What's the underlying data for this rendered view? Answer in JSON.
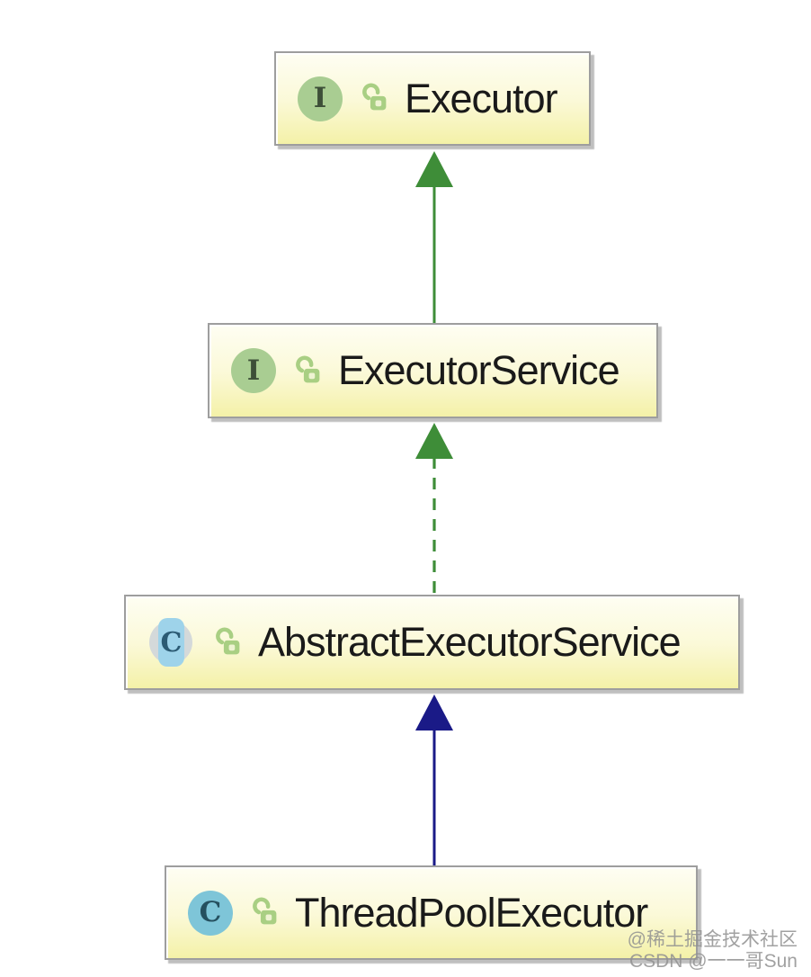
{
  "diagram": {
    "kind": "uml-class-diagram",
    "nodes": [
      {
        "label": "Executor",
        "stereotype": "interface",
        "icon_letter": "I",
        "visibility": "public"
      },
      {
        "label": "ExecutorService",
        "stereotype": "interface",
        "icon_letter": "I",
        "visibility": "public"
      },
      {
        "label": "AbstractExecutorService",
        "stereotype": "abstract-class",
        "icon_letter": "C",
        "visibility": "public"
      },
      {
        "label": "ThreadPoolExecutor",
        "stereotype": "class",
        "icon_letter": "C",
        "visibility": "public"
      }
    ],
    "edges": [
      {
        "from": "ExecutorService",
        "to": "Executor",
        "line_style": "solid",
        "color": "#3e8d38"
      },
      {
        "from": "AbstractExecutorService",
        "to": "ExecutorService",
        "line_style": "dashed",
        "color": "#3e8d38"
      },
      {
        "from": "ThreadPoolExecutor",
        "to": "AbstractExecutorService",
        "line_style": "solid",
        "color": "#1a1a87"
      }
    ],
    "colors": {
      "node_fill_top": "#fefef3",
      "node_fill_bottom": "#f4f1a8",
      "node_border": "#9e9e9e",
      "interface_icon": "#a9cd92",
      "class_icon": "#7ec5d8",
      "abstract_icon_blue": "#9ed3ea",
      "lock_green": "#a9cf83",
      "arrow_green": "#3e8d38",
      "arrow_blue": "#1a1a87"
    },
    "watermark": {
      "line1": "@稀土掘金技术社区",
      "line2": "CSDN @一一哥Sun"
    }
  }
}
